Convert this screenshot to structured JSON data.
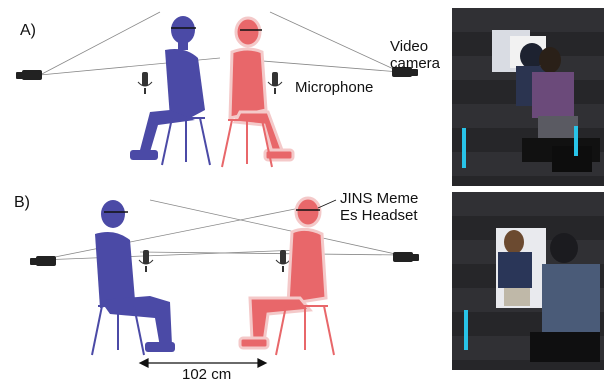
{
  "panels": [
    {
      "letter": "A)",
      "labels": {
        "camera": [
          "Video",
          "camera"
        ],
        "microphone": "Microphone"
      }
    },
    {
      "letter": "B)",
      "labels": {
        "headset": [
          "JINS Meme",
          "Es Headset"
        ],
        "distance": "102 cm"
      }
    }
  ],
  "colors": {
    "person_left": "#4b4aa6",
    "person_right": "#e8676a",
    "chair_left": "#4b4aa6",
    "chair_right": "#e8676a",
    "device": "#222222"
  },
  "icons": [
    "video-camera-icon",
    "microphone-icon",
    "double-arrow-icon"
  ]
}
